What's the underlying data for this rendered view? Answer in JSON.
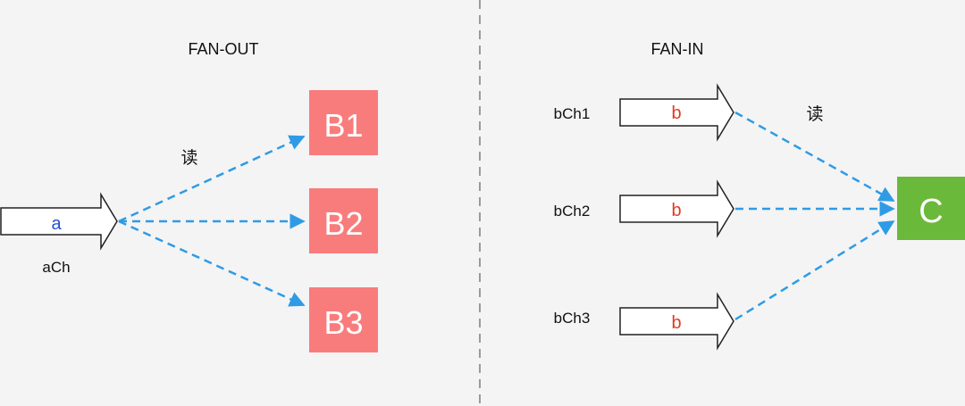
{
  "fan_out": {
    "title": "FAN-OUT",
    "read_label": "读",
    "source": {
      "name": "aCh",
      "value": "a"
    },
    "targets": [
      {
        "label": "B1"
      },
      {
        "label": "B2"
      },
      {
        "label": "B3"
      }
    ]
  },
  "fan_in": {
    "title": "FAN-IN",
    "read_label": "读",
    "sources": [
      {
        "name": "bCh1",
        "value": "b"
      },
      {
        "name": "bCh2",
        "value": "b"
      },
      {
        "name": "bCh3",
        "value": "b"
      }
    ],
    "target": {
      "label": "C"
    }
  },
  "colors": {
    "background": "#f4f4f4",
    "b_box": "#f97c7c",
    "c_box": "#6bb93a",
    "dashed_line": "#2f9be6",
    "divider": "#9a9a9a",
    "value_a": "#2250d8",
    "value_b": "#e23b20",
    "text": "#111111"
  }
}
